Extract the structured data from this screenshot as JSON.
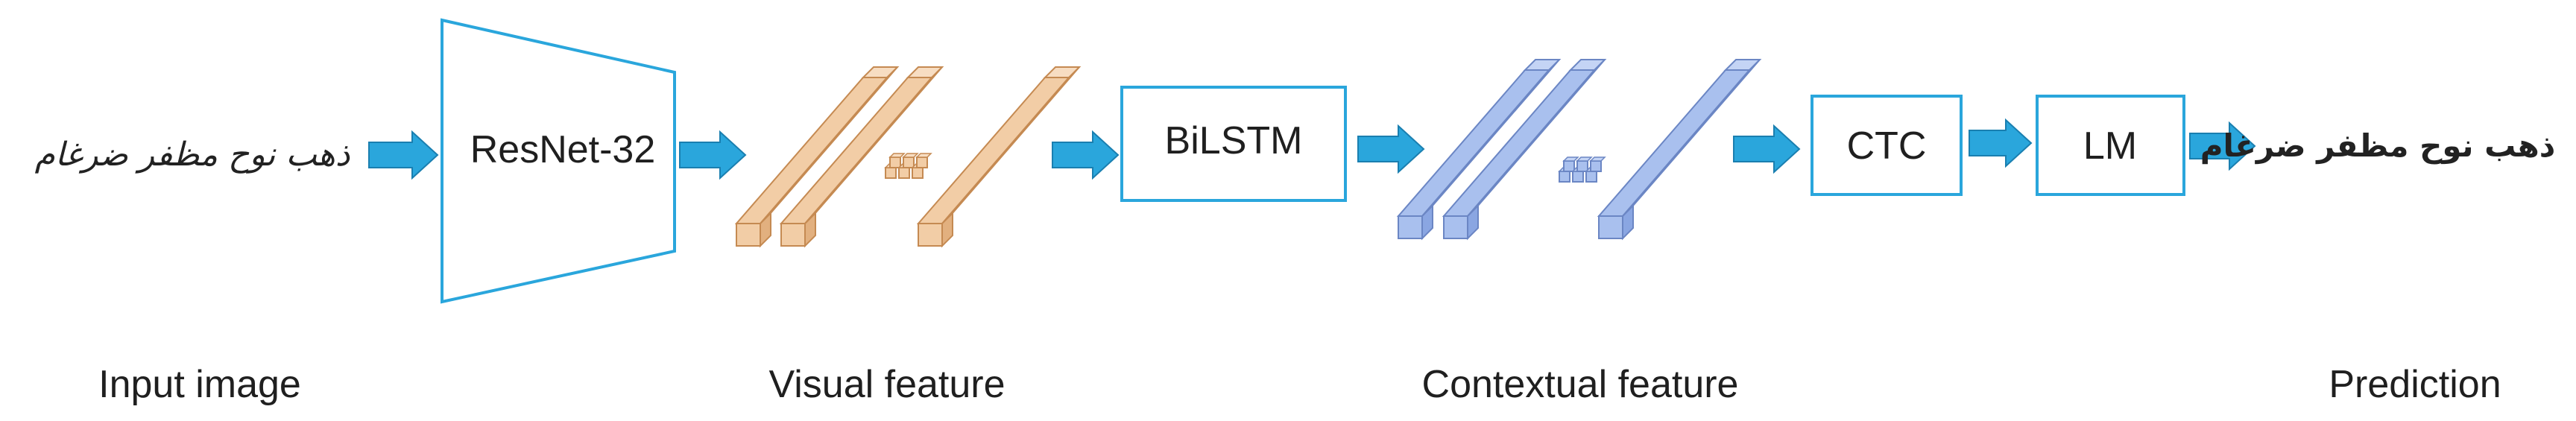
{
  "input_text": "ذهب نوح مظفر ضرغام",
  "output_text": "ذهب نوح مظفر ضرغام",
  "blocks": {
    "resnet": "ResNet-32",
    "bilstm": "BiLSTM",
    "ctc": "CTC",
    "lm": "LM"
  },
  "captions": {
    "input": "Input image",
    "visual": "Visual feature",
    "contextual": "Contextual feature",
    "prediction": "Prediction"
  },
  "colors": {
    "arrow": "#2aa6dc",
    "arrow_edge": "#1a7fb0",
    "box_border": "#2aa6dc",
    "visual_front": "#f2cda6",
    "visual_top": "#f7ddc2",
    "visual_side": "#e2b07f",
    "visual_edge": "#c58a52",
    "context_front": "#a9c0ee",
    "context_top": "#c4d4f5",
    "context_side": "#8aa6e2",
    "context_edge": "#6b86c4"
  },
  "icons": [
    "right-arrow-icon",
    "feature-bar-icon",
    "ellipsis-cubes-icon"
  ]
}
